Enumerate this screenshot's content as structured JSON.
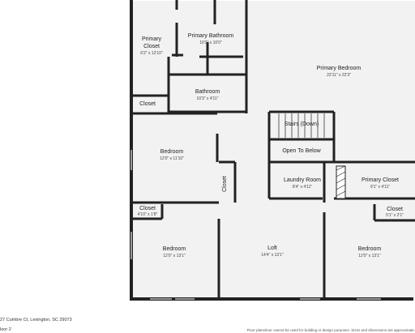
{
  "rooms": {
    "primary_closet_top": {
      "name": "Primary\nCloset",
      "dims": "6'2\" x 12'10\""
    },
    "primary_bathroom": {
      "name": "Primary Bathroom",
      "dims": "10'3\" x 10'0\""
    },
    "primary_bedroom": {
      "name": "Primary Bedroom",
      "dims": "22'11\" x 22'3\""
    },
    "bathroom": {
      "name": "Bathroom",
      "dims": "10'3\" x 4'11\""
    },
    "closet_small_top": {
      "name": "Closet"
    },
    "stairs": {
      "name": "Stairs (Down)"
    },
    "open_to_below": {
      "name": "Open To Below"
    },
    "bedroom_mid": {
      "name": "Bedroom",
      "dims": "12'0\" x 11'10\""
    },
    "closet_vertical": {
      "name": "Closet"
    },
    "laundry": {
      "name": "Laundry Room",
      "dims": "8'4\" x 4'11\""
    },
    "primary_closet_mid": {
      "name": "Primary Closet",
      "dims": "9'1\" x 4'11\""
    },
    "closet_left_bottom": {
      "name": "Closet",
      "dims": "4'10\" x 1'8\""
    },
    "closet_right_bottom": {
      "name": "Closet",
      "dims": "5'1\" x 2'1\""
    },
    "bedroom_left_bottom": {
      "name": "Bedroom",
      "dims": "12'0\" x 13'1\""
    },
    "loft": {
      "name": "Loft",
      "dims": "14'4\" x 13'1\""
    },
    "bedroom_right_bottom": {
      "name": "Bedroom",
      "dims": "12'0\" x 13'1\""
    }
  },
  "footer": {
    "address": "27 Cumbre Ct, Lexington, SC 29073",
    "floor": "loor 2",
    "disclaimer": "Floor plans/tour cannot be used for building or design purposes. Sizes and dimensions are approximate."
  },
  "colors": {
    "wall": "#222222",
    "floor": "#f2f2f2",
    "window": "#9a9a9a"
  }
}
